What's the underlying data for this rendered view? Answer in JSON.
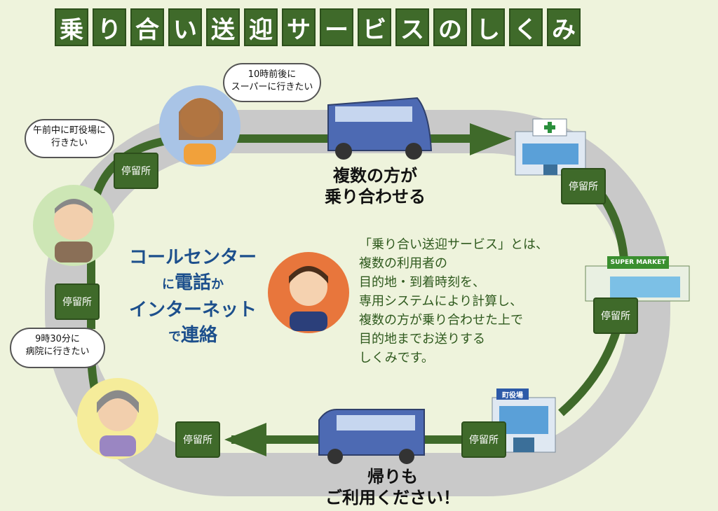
{
  "title_chars": [
    "乗",
    "り",
    "合",
    "い",
    "送",
    "迎",
    "サ",
    "ー",
    "ビ",
    "ス",
    "の",
    "し",
    "く",
    "み"
  ],
  "bubbles": {
    "woman_top": [
      "10時前後に",
      "スーパーに行きたい"
    ],
    "man": [
      "午前中に町役場に",
      "行きたい"
    ],
    "woman_bottom": [
      "9時30分に",
      "病院に行きたい"
    ]
  },
  "share_ride": [
    "複数の方が",
    "乗り合わせる"
  ],
  "return_text": [
    "帰りも",
    "ご利用ください！"
  ],
  "call_center": {
    "line1": "コールセンター",
    "line2a": "に",
    "line2b": "電話",
    "line2c": "か",
    "line3": "インターネット",
    "line4a": "で",
    "line4b": "連絡"
  },
  "description": [
    "「乗り合い送迎サービス」とは、",
    "複数の利用者の",
    "目的地・到着時刻を、",
    "専用システムにより計算し、",
    "複数の方が乗り合わせた上で",
    "目的地までお送りする",
    "しくみです。"
  ],
  "stop_label": "停留所",
  "supermarket_sign": "SUPER MARKET",
  "townhall_sign": "町役場",
  "colors": {
    "dark_green": "#3f6a2a",
    "road_gray": "#c9c9c9",
    "background": "#eef3dc",
    "call_blue": "#1c4f8c",
    "desc_green": "#2f5a1e"
  }
}
